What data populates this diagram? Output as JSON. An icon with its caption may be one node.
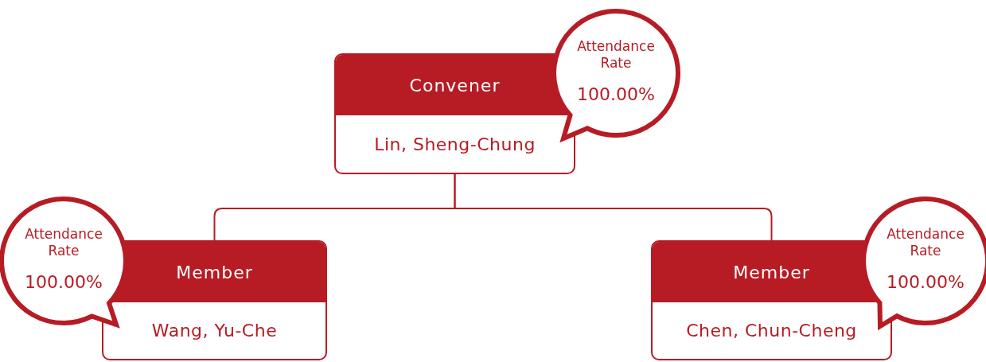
{
  "diagram": {
    "nodes": [
      {
        "text": [
          "Convener",
          "Lin, Sheng-Chung"
        ]
      },
      {
        "text": [
          "Attendance Rate",
          "100.00%"
        ]
      },
      {
        "text": [
          "Member",
          "Wang, Yu-Che"
        ]
      },
      {
        "text": [
          "Attendance Rate",
          "100.00%"
        ]
      },
      {
        "text": [
          "Member",
          "Chen, Chun-Cheng"
        ]
      },
      {
        "text": [
          "Attendance Rate",
          "100.00%"
        ]
      }
    ],
    "edges": [
      {
        "from": 0,
        "to": 2,
        "arrow": "none"
      },
      {
        "from": 0,
        "to": 4,
        "arrow": "none"
      }
    ]
  }
}
